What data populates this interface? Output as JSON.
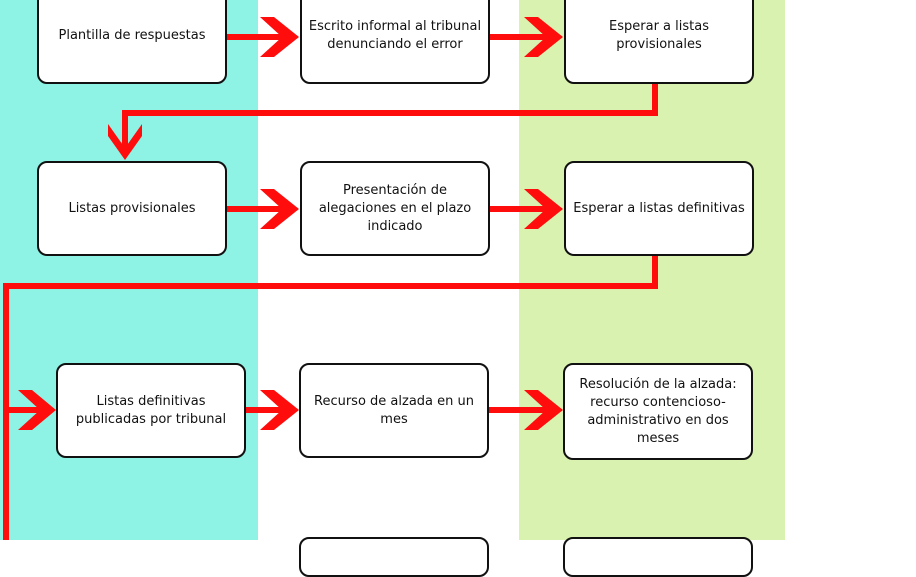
{
  "colors": {
    "lane_left": "#8ef2e4",
    "lane_right": "#d9f2b0",
    "arrow": "#ff0d0d"
  },
  "rows": [
    [
      "Plantilla de respuestas",
      "Escrito informal al tribunal denunciando el error",
      "Esperar a listas provisionales"
    ],
    [
      "Listas provisionales",
      "Presentación de alegaciones en el plazo indicado",
      "Esperar a listas definitivas"
    ],
    [
      "Listas definitivas publicadas por tribunal",
      "Recurso de alzada en un mes",
      "Resolución de la alzada: recurso contencioso-administrativo en dos meses"
    ]
  ]
}
